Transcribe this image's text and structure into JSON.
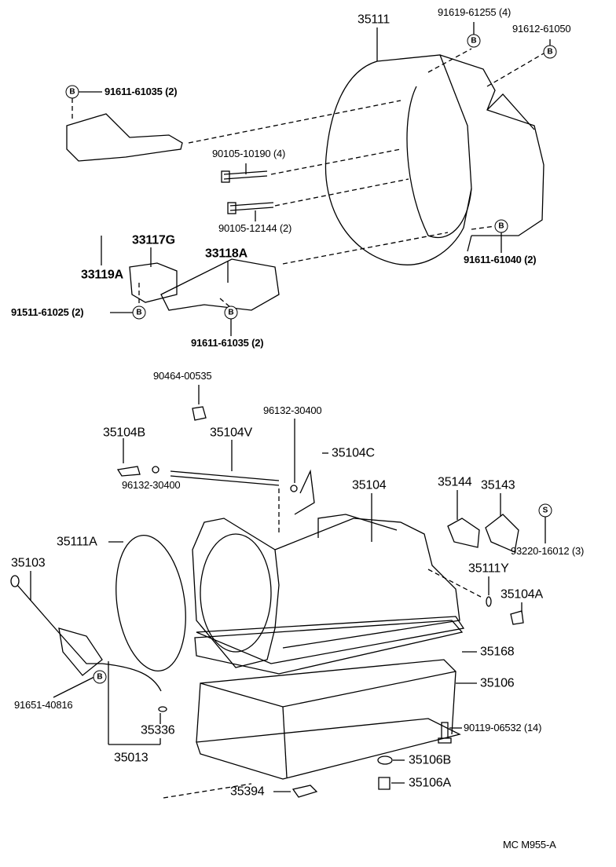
{
  "parts": {
    "p35111": "35111",
    "p91619_61255": "91619-61255 (4)",
    "p91612_61050": "91612-61050",
    "p91611_61035_top": "91611-61035 (2)",
    "p33119A": "33119A",
    "p90105_10190": "90105-10190 (4)",
    "p90105_12144": "90105-12144 (2)",
    "p91611_61040": "91611-61040 (2)",
    "p33117G": "33117G",
    "p33118A": "33118A",
    "p91511_61025": "91511-61025 (2)",
    "p91611_61035_bottom": "91611-61035 (2)",
    "p90464_00535": "90464-00535",
    "p96132_30400_a": "96132-30400",
    "p35104B": "35104B",
    "p35104V": "35104V",
    "p35104C": "35104C",
    "p96132_30400_b": "96132-30400",
    "p35104": "35104",
    "p35144": "35144",
    "p35143": "35143",
    "p93220_16012": "93220-16012 (3)",
    "p35111A": "35111A",
    "p35103": "35103",
    "p35111Y": "35111Y",
    "p35104A": "35104A",
    "p35168": "35168",
    "p35106": "35106",
    "p91651_40816": "91651-40816",
    "p90119_06532": "90119-06532 (14)",
    "p35336": "35336",
    "p35013": "35013",
    "p35106B": "35106B",
    "p35106A": "35106A",
    "p35394": "35394"
  },
  "symbols": {
    "bolt": "B",
    "seal": "S"
  },
  "footer": {
    "code": "MC M955-A"
  }
}
